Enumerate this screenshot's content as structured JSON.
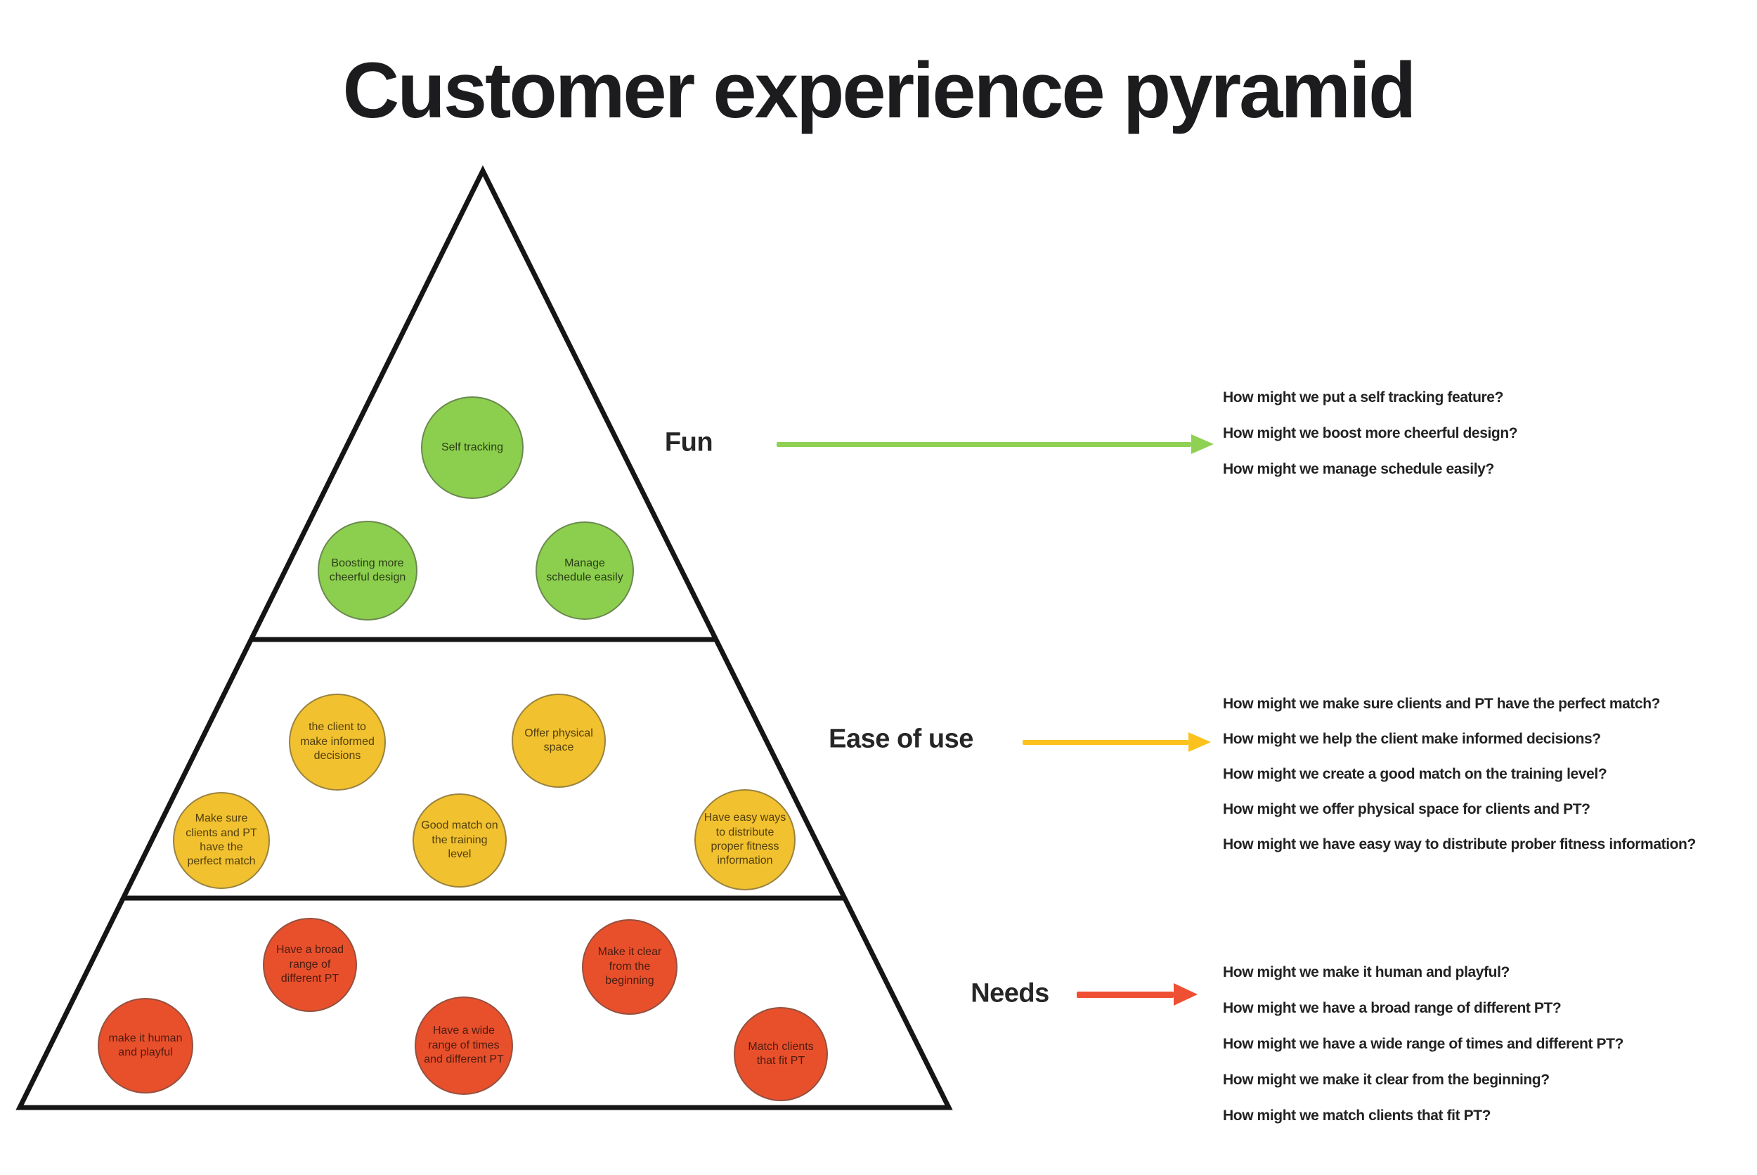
{
  "title": "Customer experience pyramid",
  "pyramid": {
    "outline_color": "#151515",
    "levels": [
      {
        "name": "Fun",
        "label": "Fun",
        "circle_color": "#8ccf4e",
        "circle_text_color": "#2c3e16",
        "arrow_color": "#8fd153",
        "circles": [
          "Self tracking",
          "Boosting more cheerful design",
          "Manage schedule easily"
        ],
        "questions": [
          "How might we put a self tracking feature?",
          "How might we boost more cheerful design?",
          "How might we manage schedule easily?"
        ]
      },
      {
        "name": "Ease of use",
        "label": "Ease of use",
        "circle_color": "#f1c12f",
        "circle_text_color": "#53400e",
        "arrow_color": "#fbc21d",
        "circles": [
          "the client to make informed decisions",
          "Offer physical space",
          "Make sure clients and PT have the perfect match",
          "Good match on the training level",
          "Have easy ways to distribute proper fitness information"
        ],
        "questions": [
          "How might we make sure clients and PT have the perfect match?",
          "How might we help the client make informed decisions?",
          "How might we create a good match on the training level?",
          "How might we offer physical space for clients and PT?",
          "How might we have easy way to distribute prober fitness information?"
        ]
      },
      {
        "name": "Needs",
        "label": "Needs",
        "circle_color": "#e8502c",
        "circle_text_color": "#4c1d10",
        "arrow_color": "#ef4f33",
        "circles": [
          "make it human and playful",
          "Have a broad range of different PT",
          "Have a wide range of times and different PT",
          "Make it clear from the beginning",
          "Match clients that fit PT"
        ],
        "questions": [
          "How might we make it human and playful?",
          "How might we have a broad range of different PT?",
          "How might we have a wide range of times and different PT?",
          "How might we make it clear from the beginning?",
          "How might we match clients that fit PT?"
        ]
      }
    ]
  }
}
